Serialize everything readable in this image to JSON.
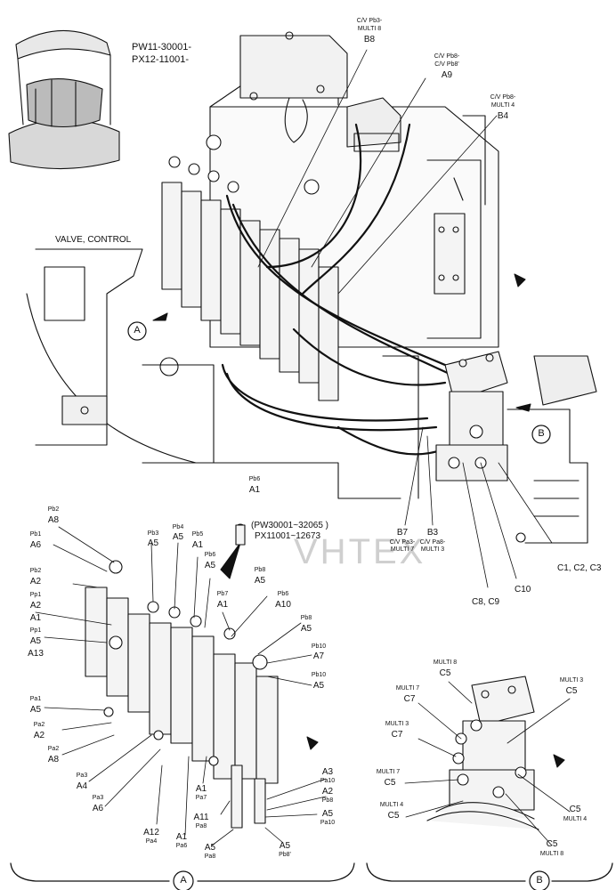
{
  "serials": [
    "PW11-30001-",
    "PX12-11001-"
  ],
  "valve_label": "VALVE, CONTROL",
  "watermark": "VHTEX",
  "callouts_main": {
    "b8": {
      "sub": [
        "C/V Pb3-",
        "MULTI 8"
      ],
      "code": "B8"
    },
    "a9": {
      "sub": [
        "C/V Pb8-",
        "C/V Pb8'"
      ],
      "code": "A9"
    },
    "b4": {
      "sub": [
        "C/V Pb8-",
        "MULTI 4"
      ],
      "code": "B4"
    },
    "b7": {
      "code": "B7",
      "sub": [
        "C/V Pa3-",
        "MULTI 7"
      ]
    },
    "b3": {
      "code": "B3",
      "sub": [
        "C/V Pa8-",
        "MULTI 3"
      ]
    },
    "c8c9": "C8, C9",
    "c10": "C10",
    "c123": "C1, C2, C3"
  },
  "view_markers": {
    "a": "A",
    "b": "B"
  },
  "pw_range": [
    "(PW30001~32065 )",
    "PX11001~12673"
  ],
  "detail_a": [
    {
      "id": "pb6",
      "sub": "Pb6",
      "code": "A1"
    },
    {
      "id": "pb2",
      "sub": "Pb2",
      "code": "A8"
    },
    {
      "id": "pb1",
      "sub": "Pb1",
      "code": "A6"
    },
    {
      "id": "pb3",
      "sub": "Pb3",
      "code": "A5"
    },
    {
      "id": "pb4",
      "sub": "Pb4",
      "code": "A5"
    },
    {
      "id": "pb5",
      "sub": "Pb5",
      "code": "A1"
    },
    {
      "id": "pb6b",
      "sub": "Pb6",
      "code": "A5"
    },
    {
      "id": "pb8",
      "sub": "Pb8",
      "code": "A5"
    },
    {
      "id": "pb2b",
      "sub": "Pb2",
      "code": "A2"
    },
    {
      "id": "pp1a",
      "sub": "Pp1",
      "code": "A2"
    },
    {
      "id": "a1",
      "code": "A1"
    },
    {
      "id": "pp1b",
      "sub": "Pp1",
      "code": "A5"
    },
    {
      "id": "a13",
      "code": "A13"
    },
    {
      "id": "pb7",
      "sub": "Pb7",
      "code": "A1"
    },
    {
      "id": "pb6c",
      "sub": "Pb6",
      "code": "A10"
    },
    {
      "id": "pb8b",
      "sub": "Pb8",
      "code": "A5"
    },
    {
      "id": "pb10",
      "sub": "Pb10",
      "code": "A7"
    },
    {
      "id": "pb10b",
      "sub": "Pb10",
      "code": "A5"
    },
    {
      "id": "pa1",
      "sub": "Pa1",
      "code": "A5"
    },
    {
      "id": "pa2",
      "sub": "Pa2",
      "code": "A2"
    },
    {
      "id": "pa2b",
      "sub": "Pa2",
      "code": "A8"
    },
    {
      "id": "pa3",
      "sub": "Pa3",
      "code": "A4"
    },
    {
      "id": "pa3b",
      "sub": "Pa3",
      "code": "A6"
    },
    {
      "id": "a3",
      "code": "A3",
      "sub": "Pa10"
    },
    {
      "id": "a2",
      "code": "A2",
      "sub": "Pb8"
    },
    {
      "id": "a5",
      "code": "A5",
      "sub": "Pa10"
    },
    {
      "id": "a1pa7",
      "code": "A1",
      "sub": "Pa7"
    },
    {
      "id": "a11",
      "code": "A11",
      "sub": "Pa8"
    },
    {
      "id": "a12",
      "code": "A12",
      "sub": "Pa4"
    },
    {
      "id": "a1pa6",
      "code": "A1",
      "sub": "Pa6"
    },
    {
      "id": "a5pa8",
      "code": "A5",
      "sub": "Pa8"
    },
    {
      "id": "a5pb8",
      "code": "A5",
      "sub": "Pb8'"
    }
  ],
  "detail_b": [
    {
      "id": "m8",
      "sub": "MULTI 8",
      "code": "C5"
    },
    {
      "id": "m3r",
      "sub": "MULTI 3",
      "code": "C5"
    },
    {
      "id": "m7",
      "sub": "MULTI 7",
      "code": "C7"
    },
    {
      "id": "m3",
      "sub": "MULTI 3",
      "code": "C7"
    },
    {
      "id": "m7b",
      "sub": "MULTI 7",
      "code": "C5"
    },
    {
      "id": "m4",
      "sub": "MULTI 4",
      "code": "C5"
    },
    {
      "id": "m4r",
      "code": "C5",
      "sub": "MULTI 4"
    },
    {
      "id": "m8r",
      "code": "C5",
      "sub": "MULTI 8"
    }
  ]
}
